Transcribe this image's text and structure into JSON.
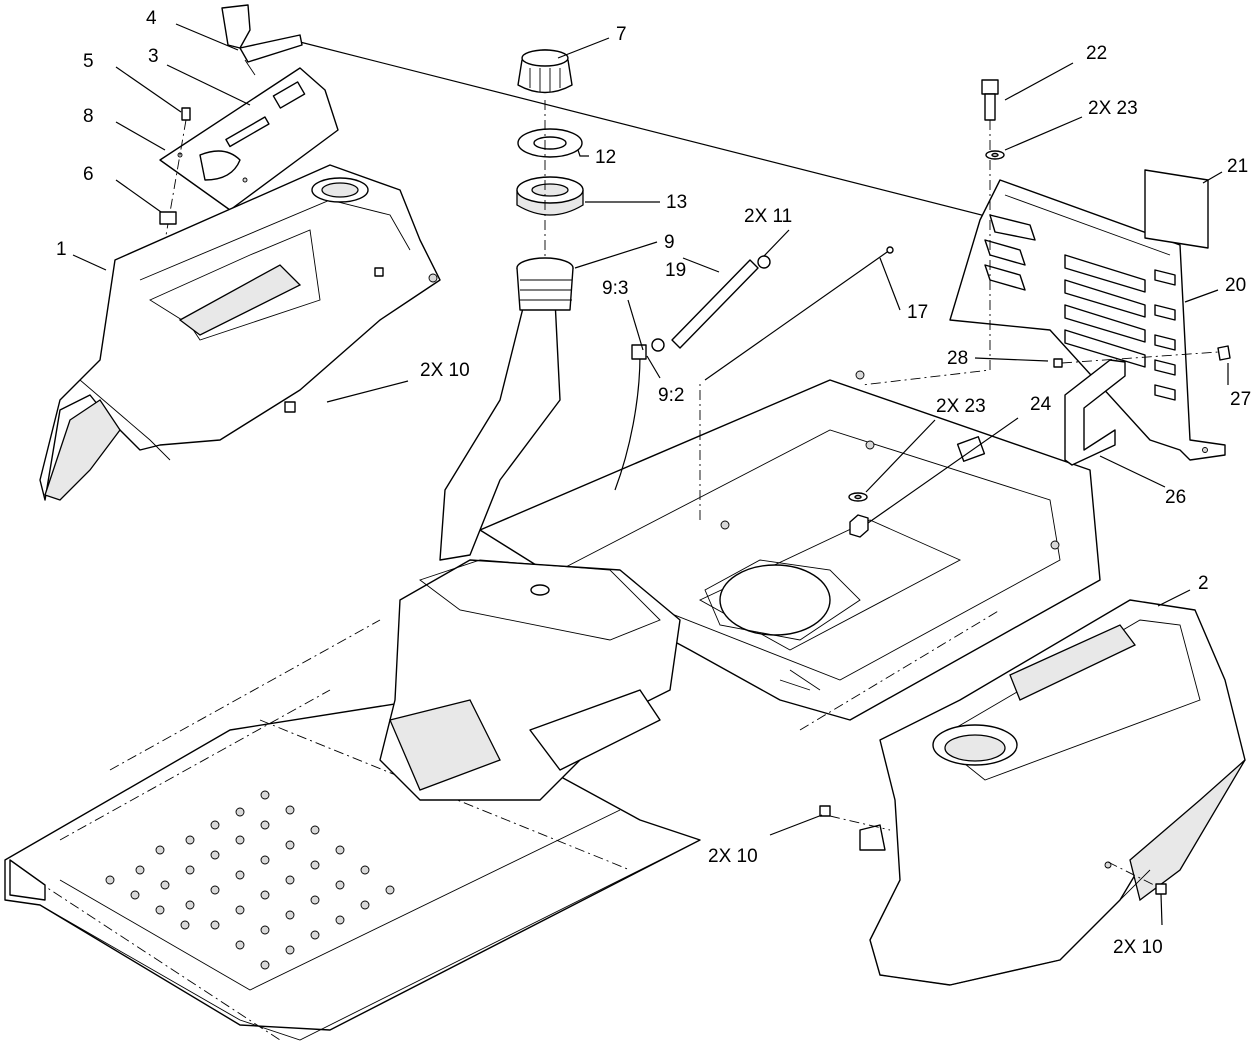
{
  "callouts": [
    {
      "id": "c4",
      "text": "4"
    },
    {
      "id": "c5",
      "text": "5"
    },
    {
      "id": "c3",
      "text": "3"
    },
    {
      "id": "c8",
      "text": "8"
    },
    {
      "id": "c6",
      "text": "6"
    },
    {
      "id": "c1",
      "text": "1"
    },
    {
      "id": "c7",
      "text": "7"
    },
    {
      "id": "c12",
      "text": "12"
    },
    {
      "id": "c13",
      "text": "13"
    },
    {
      "id": "c9",
      "text": "9"
    },
    {
      "id": "c2x11",
      "text": "2X  11"
    },
    {
      "id": "c19",
      "text": "19"
    },
    {
      "id": "c17",
      "text": "17"
    },
    {
      "id": "c9_3",
      "text": "9:3"
    },
    {
      "id": "c9_2",
      "text": "9:2"
    },
    {
      "id": "c2x10a",
      "text": "2X 10"
    },
    {
      "id": "c22",
      "text": "22"
    },
    {
      "id": "c2x23a",
      "text": "2X  23"
    },
    {
      "id": "c21",
      "text": "21"
    },
    {
      "id": "c20",
      "text": "20"
    },
    {
      "id": "c28",
      "text": "28"
    },
    {
      "id": "c27",
      "text": "27"
    },
    {
      "id": "c2x23b",
      "text": "2X 23"
    },
    {
      "id": "c24",
      "text": "24"
    },
    {
      "id": "c26",
      "text": "26"
    },
    {
      "id": "c2",
      "text": "2"
    },
    {
      "id": "c2x10b",
      "text": "2X  10"
    },
    {
      "id": "c2x10c",
      "text": "2X 10"
    }
  ]
}
